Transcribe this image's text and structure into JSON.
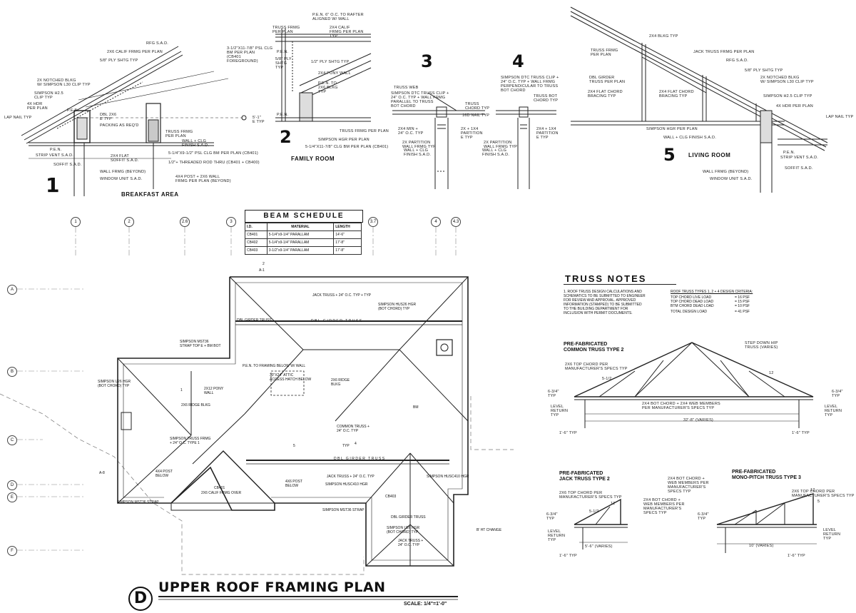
{
  "details": {
    "d1": {
      "number": "1",
      "title": "BREAKFAST AREA",
      "notes": [
        "RFG S.A.D.",
        "2x6 CALIF FRMG PER PLAN",
        "5/8\" PLY SHTG TYP",
        "2x NOTCHED BLKG\nW/ SIMPSON L30 CLIP TYP",
        "SIMPSON H2.5\nCLIP TYP",
        "4x HDR\nPER PLAN",
        "LAP NAIL TYP",
        "P.E.N.",
        "DBL 2x6\nE TYP",
        "PACKING AS REQ'D",
        "P.E.N.",
        "STRIP VENT S.A.D.",
        "SOFFIT S.A.D.",
        "2x4 FLAT\nSOFFIT S.A.D.",
        "WALL FRMG (BEYOND)",
        "WINDOW UNIT S.A.D.",
        "3-1/2\"x11-7/8\" PSL CLG\nBM PER PLAN\n(CB401\nFOREGROUND)",
        "TRUSS FRMG\nPER PLAN",
        "WALL + CLG\nFINISH S.A.D.",
        "5-1/4\"x9-1/2\" PSL CLG BM PER PLAN (CB401)",
        "1/2\"+ THREADED ROD THRU (CB401 + CB400)",
        "4x4 POST + 2x6 WALL\nFRMG PER PLAN (BEYOND)",
        "5'-1\"\nE TYP"
      ]
    },
    "d2": {
      "number": "2",
      "title": "FAMILY ROOM",
      "notes": [
        "TRUSS FRMG\nPER PLAN",
        "P.E.N. 6\" O.C. TO RAFTER\nALIGNED W/ WALL",
        "2x4 CALIF\nFRMG PER PLAN\nTYP",
        "P.E.N.",
        "5/8\" PLY\nSHTG\nTYP",
        "1/2\" PLY SHTG TYP",
        "2x4 PONY WALL",
        "P.E.N. TO\n2x6 BLKG\nTYP",
        "P.E.N.",
        "TRUSS FRMG PER PLAN",
        "SIMPSON HGR PER PLAN",
        "5-1/4\"x11-7/8\" CLG BM PER PLAN (CB401)"
      ]
    },
    "d3": {
      "number": "3",
      "notes": [
        "TRUSS WEB",
        "SIMPSON DTC TRUSS CLIP +\n24\" O.C. TYP + WALL FRMG\nPARALLEL TO TRUSS\nBOT CHORD",
        "TRUSS\nCHORD TYP",
        "16d NAIL TYP",
        "2x4 MIN +\n24\" O.C. TYP",
        "2x + 1x4\nPARTITION\nE TYP",
        "2x PARTITION\nWALL FRMG TYP",
        "WALL + CLG\nFINISH S.A.D."
      ]
    },
    "d4": {
      "number": "4",
      "notes": [
        "SIMPSON DTC TRUSS CLIP +\n24\" O.C. TYP + WALL FRMG\nPERPENDICULAR TO TRUSS\nBOT CHORD",
        "TRUSS BOT\nCHORD TYP",
        "2x4 + 1x4\nPARTITION\nE TYP",
        "2x PARTITION\nWALL FRMG TYP",
        "WALL + CLG\nFINISH S.A.D."
      ]
    },
    "d5": {
      "number": "5",
      "title": "LIVING ROOM",
      "notes": [
        "2x4 BLKG TYP",
        "TRUSS FRMG\nPER PLAN",
        "JACK TRUSS FRMG PER PLAN",
        "RFG S.A.D.",
        "5/8\" PLY SHTG TYP",
        "2x NOTCHED BLKG\nW/ SIMPSON L30 CLIP TYP",
        "DBL GIRDER\nTRUSS PER PLAN",
        "2x4 FLAT CHORD\nBRACING TYP",
        "2x4 FLAT CHORD\nBRACING TYP",
        "SIMPSON H2.5 CLIP TYP",
        "4x HDR PER PLAN",
        "LAP NAIL TYP",
        "SIMPSON HGR PER PLAN",
        "WALL + CLG FINISH S.A.D.",
        "P.E.N.",
        "STRIP VENT S.A.D.",
        "SOFFIT S.A.D.",
        "WALL FRMG (BEYOND)",
        "WINDOW UNIT S.A.D."
      ]
    }
  },
  "beam_schedule": {
    "title": "BEAM SCHEDULE",
    "headers": [
      "I.D.",
      "MATERIAL",
      "LENGTH"
    ],
    "rows": [
      [
        "CB401",
        "5-1/4\"x9-1/4\" PARALLAM",
        "14'-6\""
      ],
      [
        "CB402",
        "5-1/4\"x9-1/4\" PARALLAM",
        "17'-8\""
      ],
      [
        "CB403",
        "3-1/2\"x9-1/4\" PARALLAM",
        "17'-8\""
      ]
    ]
  },
  "gridlines": {
    "columns": [
      "1",
      "2",
      "2.6",
      "3",
      "3.7",
      "4",
      "4.3"
    ],
    "rows": [
      "A",
      "B",
      "C",
      "D",
      "E",
      "F"
    ]
  },
  "truss_notes": {
    "title": "TRUSS NOTES",
    "note1": "1. ROOF TRUSS DESIGN CALCULATIONS AND\nSCHEMATICS TO BE SUBMITTED TO ENGINEER\nFOR REVIEW AND APPROVAL. APPROVED\nINFORMATION (STAMPED) TO BE SUBMITTED\nTO THE BUILDING DEPARTMENT FOR\nINCLUSION WITH PERMIT DOCUMENTS.",
    "criteria_title": "ROOF TRUSS TYPES 1, 2 + 4 DESIGN CRITERIA:",
    "criteria": [
      [
        "TOP CHORD LIVE LOAD",
        "= 16 PSF"
      ],
      [
        "TOP CHORD DEAD LOAD",
        "= 15 PSF"
      ],
      [
        "BTM CHORD DEAD LOAD",
        "= 10 PSF"
      ],
      [
        "TOTAL DESIGN LOAD",
        "= 41 PSF"
      ]
    ]
  },
  "trusses": {
    "common": {
      "heading": "PRE-FABRICATED\nCOMMON TRUSS TYPE  2",
      "notes": [
        "STEP DOWN HIP\nTRUSS (VARIES)",
        "2x6 TOP CHORD PER\nMANUFACTURER'S SPECS TYP",
        "2x4 BOT CHORD + 2x4 WEB MEMBERS\nPER MANUFACTURER'S SPECS TYP",
        "LEVEL\nRETURN\nTYP",
        "LEVEL\nRETURN\nTYP",
        "6-3/4\"\nTYP",
        "6-3/4\"\nTYP",
        "1'-6\" TYP",
        "1'-6\" TYP",
        "32'-8\" (VARIES)",
        "5-1/2",
        "12"
      ]
    },
    "jack": {
      "heading": "PRE-FABRICATED\nJACK TRUSS TYPE  2",
      "notes": [
        "2x6 TOP CHORD PER\nMANUFACTURER'S SPECS TYP",
        "2x4 BOT CHORD +\nWEB MEMBERS PER\nMANUFACTURER'S\nSPECS TYP",
        "6-3/4\"\nTYP",
        "LEVEL\nRETURN\nTYP",
        "5'-6\" (VARIES)",
        "1'-6\" TYP",
        "5-1/2",
        "12"
      ]
    },
    "mono": {
      "heading": "PRE-FABRICATED\nMONO-PITCH TRUSS TYPE  3",
      "notes": [
        "2x4 BOT CHORD +\nWEB MEMBERS PER\nMANUFACTURER'S\nSPECS TYP",
        "2x6 TOP CHORD PER\nMANUFACTURER'S SPECS TYP",
        "6-3/4\"\nTYP",
        "LEVEL\nRETURN\nTYP",
        "10' (VARIES)",
        "1'-6\" TYP",
        "12",
        "5"
      ]
    }
  },
  "plan": {
    "title": "UPPER ROOF FRAMING PLAN",
    "letter": "D",
    "scale": "SCALE: 1/4\"=1'-0\"",
    "notes": [
      "JACK TRUSS + 24\" O.C. TYP + TYP",
      "SIMPSON HUS26 HGR\n(BOT CHORD) TYP",
      "DBL GIRDER TRUSS",
      "SIMPSON MST36\nSTRAP TOP E + BM BOT",
      "P.E.N. TO FRAMING BELOW W/ WALL",
      "30\"x24\" ATTIC\nACCESS HATCH BELOW",
      "2x6 RIDGE\nBLKG",
      "SIMPSON U26 HGR\n(BOT CHORD) TYP",
      "2x12 PONY\nWALL",
      "2x6 RIDGE BLKG",
      "SIMPSON TRUSS FRMG\n+ 24\" O.C. TYPE 1",
      "DBL GIRDER TRUSS",
      "4x4 POST\nBELOW",
      "CB401",
      "2x6 CALIF FRMG OVER",
      "4x6 POST\nBELOW",
      "JACK TRUSS + 24\" O.C. TYP",
      "SIMPSON HUSC410 HGR",
      "SIMPSON HUSC410 HGR",
      "SIMPSON MST36 STRAP",
      "SIMPSON MST36 STRAP",
      "DBL GIRDER TRUSS",
      "SIMPSON U26 HGR\n(BOT CHORD) TYP",
      "JACK TRUSS +\n24\" O.C. TYP",
      "COMMON TRUSS +\n24\" O.C. TYP",
      "CB403",
      "B' HT CHANGE",
      "DBL GIRDER TRUSS",
      "TYP",
      "BM",
      "1",
      "4",
      "2",
      "5",
      "A-1",
      "A-8"
    ]
  }
}
